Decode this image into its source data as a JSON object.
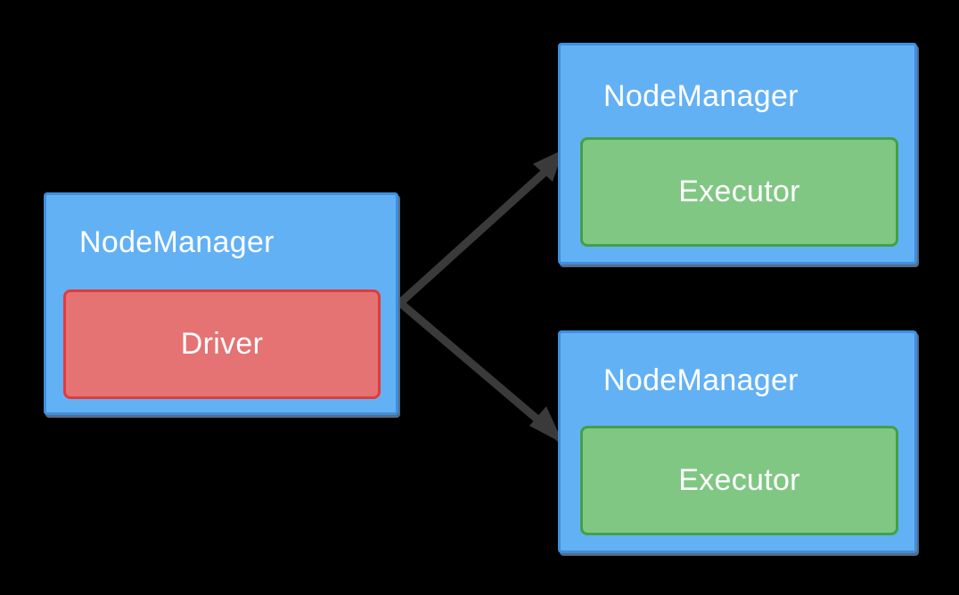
{
  "colors": {
    "background": "#000000",
    "node_fill": "#63b1f5",
    "node_border": "#3d8fe0",
    "driver_fill": "#e57373",
    "driver_border": "#e23b3b",
    "executor_fill": "#81c784",
    "executor_border": "#43a047",
    "arrow": "#3a3a3a"
  },
  "nodes": [
    {
      "title": "NodeManager",
      "inner_label": "Driver",
      "inner_kind": "driver"
    },
    {
      "title": "NodeManager",
      "inner_label": "Executor",
      "inner_kind": "executor"
    },
    {
      "title": "NodeManager",
      "inner_label": "Executor",
      "inner_kind": "executor"
    }
  ],
  "edges": [
    {
      "from": "Driver",
      "to": "Executor",
      "style": "solid-arrow"
    },
    {
      "from": "Driver",
      "to": "Executor",
      "style": "solid-arrow"
    }
  ]
}
